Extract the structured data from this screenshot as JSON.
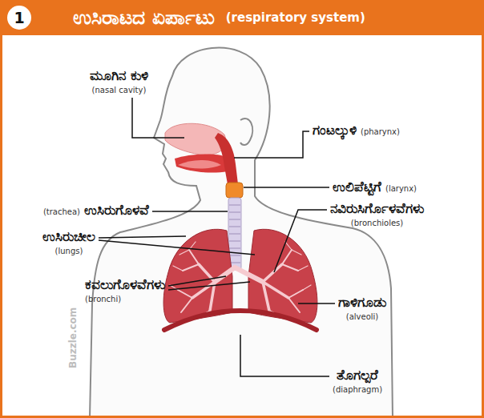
{
  "diagram": {
    "title": "ಉಸಿರಾಟದ ಏರ್ಪಾಟು",
    "labels": [
      "1",
      "(respiratory system)",
      "ಮೂಗಿನ ಕುಳಿ",
      "(nasal cavity)",
      "ಗಂಟಲ್ಕುಳಿ",
      "(pharynx)",
      "ಉಲಿಪೆಟ್ಟಿಗೆ",
      "(larynx)",
      "(trachea)",
      "ಉಸಿರುಗೊಳವೆ",
      "ನವಿರುಸಿರ್ಗೊಳವೆಗಳು",
      "(bronchioles)",
      "ಉಸಿರುಚೀಲ",
      "(lungs)",
      "ಕವಲುಗೊಳವೆಗಳು",
      "(bronchi)",
      "ಗಾಳಿಗೂಡು",
      "(alveoli)",
      "ತೊಗಲ್ಪರೆ",
      "(diaphragm)",
      "Buzzle.com"
    ]
  }
}
